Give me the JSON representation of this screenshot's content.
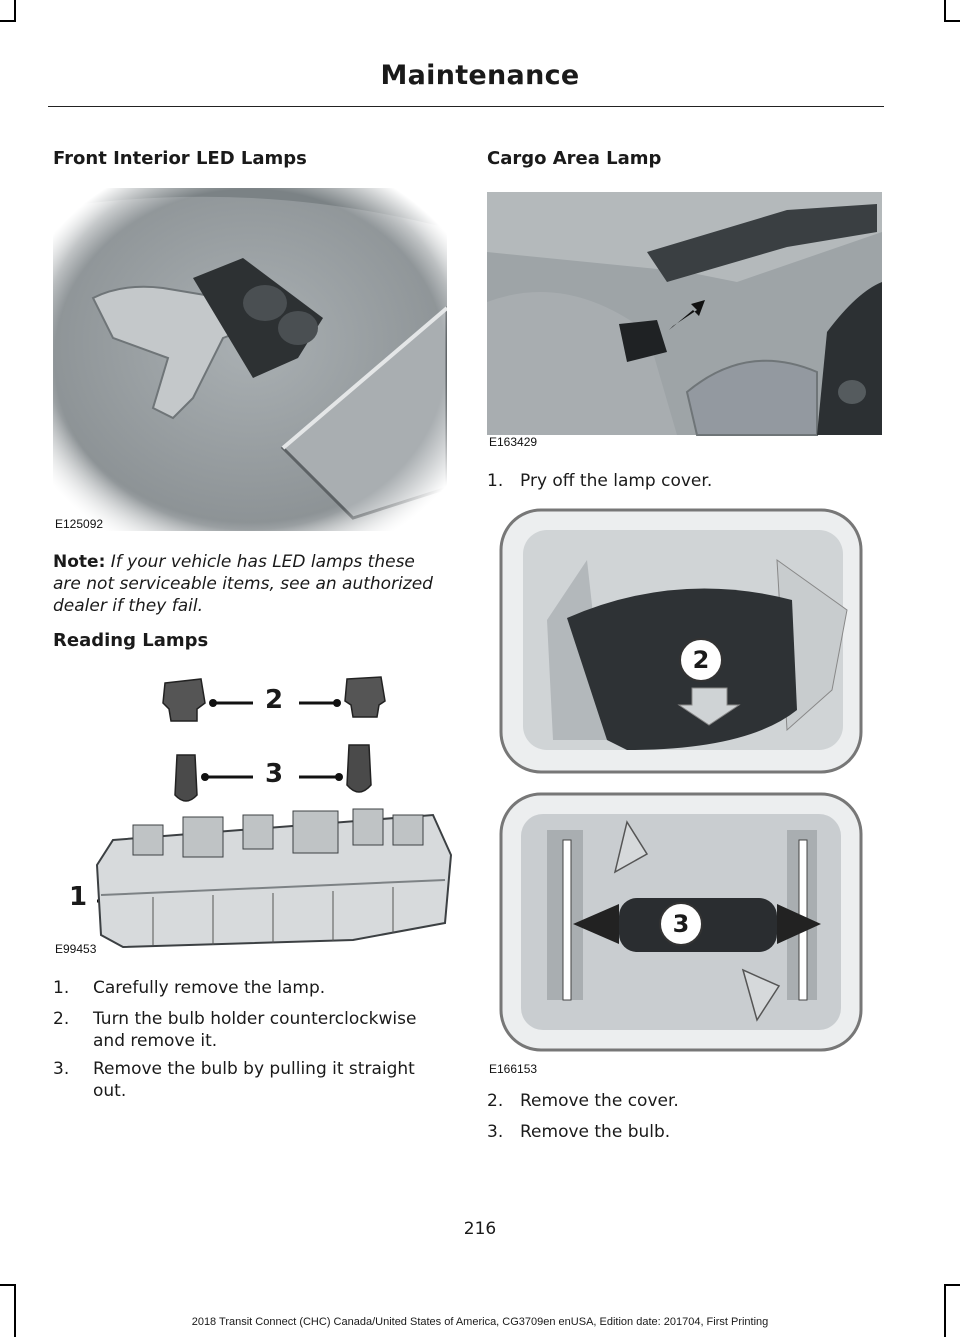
{
  "header": {
    "title": "Maintenance"
  },
  "left": {
    "front_heading": "Front Interior LED Lamps",
    "fig1_code": "E125092",
    "note_label": "Note:",
    "note_text": "If your vehicle has LED lamps these are not serviceable items, see an authorized dealer if they fail.",
    "reading_heading": "Reading Lamps",
    "fig2_code": "E99453",
    "fig2_callouts": [
      "2",
      "3",
      "1"
    ],
    "steps": [
      {
        "num": "1.",
        "text": "Carefully remove the lamp."
      },
      {
        "num": "2.",
        "text": "Turn the bulb holder counterclockwise and remove it."
      },
      {
        "num": "3.",
        "text": "Remove the bulb by pulling it straight out."
      }
    ]
  },
  "right": {
    "cargo_heading": "Cargo Area Lamp",
    "fig3_code": "E163429",
    "step1": {
      "num": "1.",
      "text": "Pry off the lamp cover."
    },
    "fig4_code": "E166153",
    "fig4_callouts": [
      "2",
      "3"
    ],
    "steps": [
      {
        "num": "2.",
        "text": "Remove the cover."
      },
      {
        "num": "3.",
        "text": "Remove the bulb."
      }
    ]
  },
  "page_number": "216",
  "footer": "2018 Transit Connect (CHC) Canada/United States of America, CG3709en enUSA, Edition date: 201704, First Printing"
}
